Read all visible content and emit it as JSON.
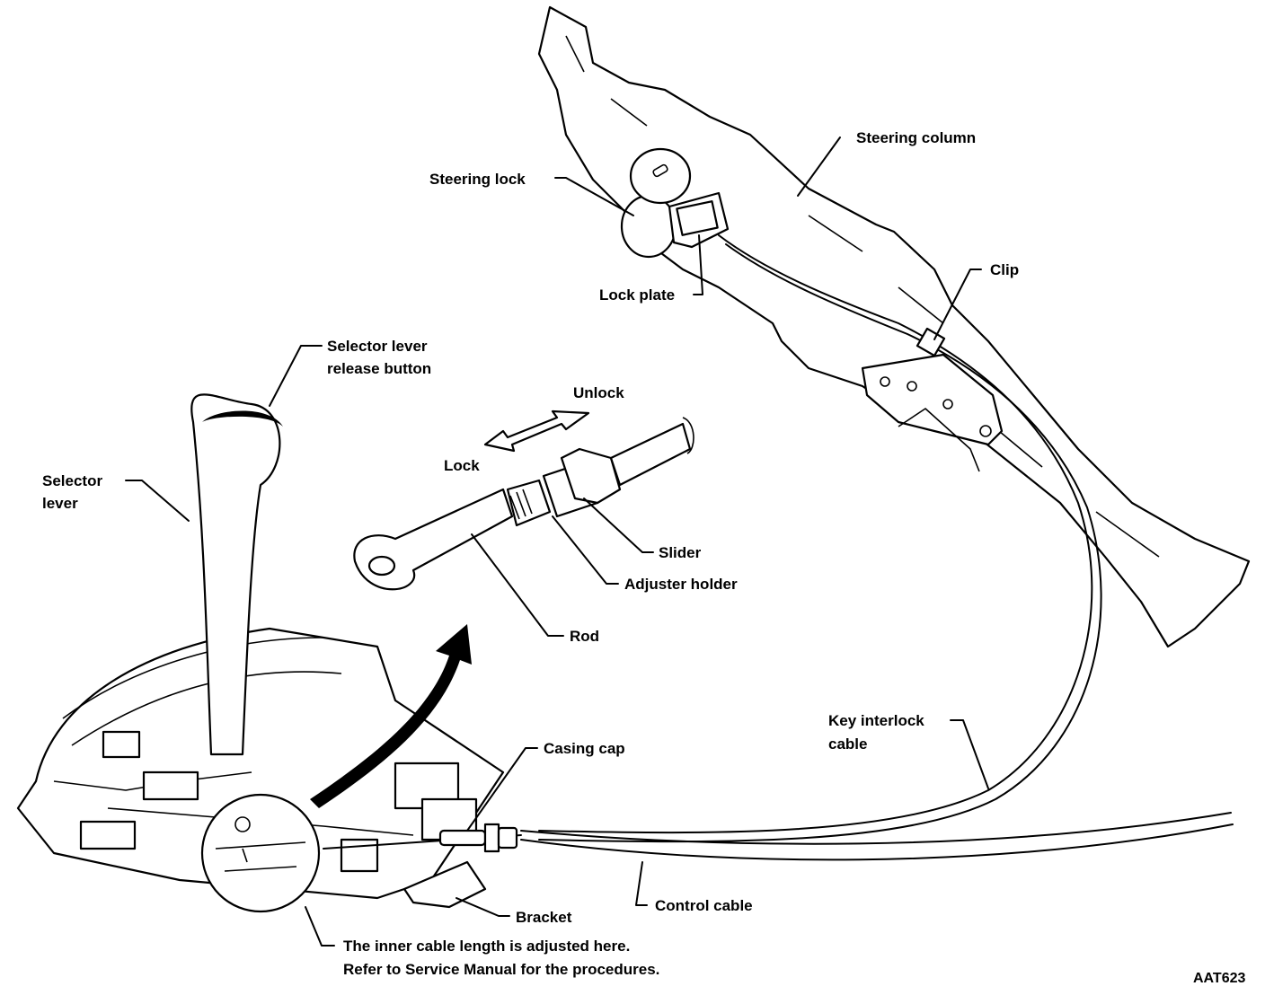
{
  "labels": {
    "steering_column": "Steering column",
    "steering_lock": "Steering lock",
    "lock_plate": "Lock plate",
    "clip": "Clip",
    "selector_release_1": "Selector lever",
    "selector_release_2": "release button",
    "unlock": "Unlock",
    "lock": "Lock",
    "selector_lever_1": "Selector",
    "selector_lever_2": "lever",
    "slider": "Slider",
    "adjuster_holder": "Adjuster holder",
    "rod": "Rod",
    "key_interlock_1": "Key interlock",
    "key_interlock_2": "cable",
    "casing_cap": "Casing cap",
    "control_cable": "Control cable",
    "bracket": "Bracket",
    "note_1": "The inner cable length is adjusted here.",
    "note_2": "Refer to Service Manual for the procedures.",
    "figure_code": "AAT623"
  }
}
